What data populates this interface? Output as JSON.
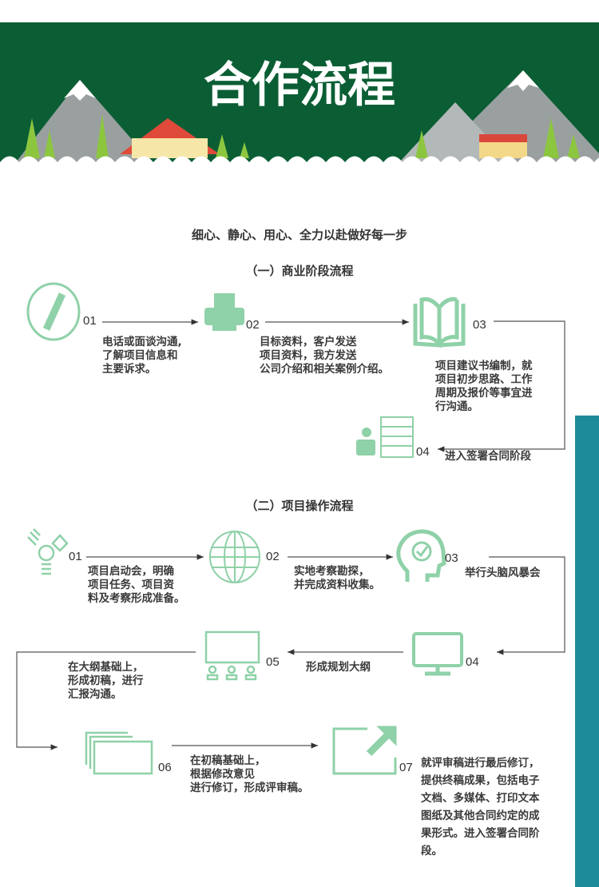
{
  "header": {
    "title": "合作流程",
    "bg_color": "#0b5e34"
  },
  "tagline": "细心、静心、用心、全力以赴做好每一步",
  "section1": {
    "heading": "（一）商业阶段流程",
    "steps": [
      {
        "num": "01",
        "icon": "phone-icon",
        "text": "电话或面谈沟通,\n了解项目信息和\n主要诉求。"
      },
      {
        "num": "02",
        "icon": "printer-icon",
        "text": "目标资料，客户发送\n项目资料，我方发送\n公司介绍和相关案例介绍。"
      },
      {
        "num": "03",
        "icon": "book-icon",
        "text": "项目建议书编制，就\n项目初步思路、工作\n周期及报价等事宜进\n行沟通。"
      },
      {
        "num": "04",
        "icon": "contract-icon",
        "text": "进入签署合同阶段"
      }
    ]
  },
  "section2": {
    "heading": "（二）项目操作流程",
    "steps": [
      {
        "num": "01",
        "icon": "lightbulb-icon",
        "text": "项目启动会，明确\n项目任务、项目资\n料及考察形成准备。"
      },
      {
        "num": "02",
        "icon": "globe-icon",
        "text": "实地考察勘探，\n并完成资料收集。"
      },
      {
        "num": "03",
        "icon": "brain-icon",
        "text": "举行头脑风暴会"
      },
      {
        "num": "04",
        "icon": "monitor-icon",
        "text": "形成规划大纲"
      },
      {
        "num": "05",
        "icon": "presentation-icon",
        "text": "在大纲基础上，\n形成初稿，进行\n汇报沟通。"
      },
      {
        "num": "06",
        "icon": "drafts-icon",
        "text": "在初稿基础上，\n根据修改意见\n进行修订，形成评审稿。"
      },
      {
        "num": "07",
        "icon": "export-icon",
        "text": "就评审稿进行最后修订，\n提供终稿成果，包括电子\n文档、多媒体、打印文本\n图纸及其他合同约定的成\n果形式。进入签署合同阶\n段。"
      }
    ]
  },
  "colors": {
    "icon": "#8fd1a8",
    "accent_bar": "#1e8b9b",
    "line": "#555555"
  }
}
